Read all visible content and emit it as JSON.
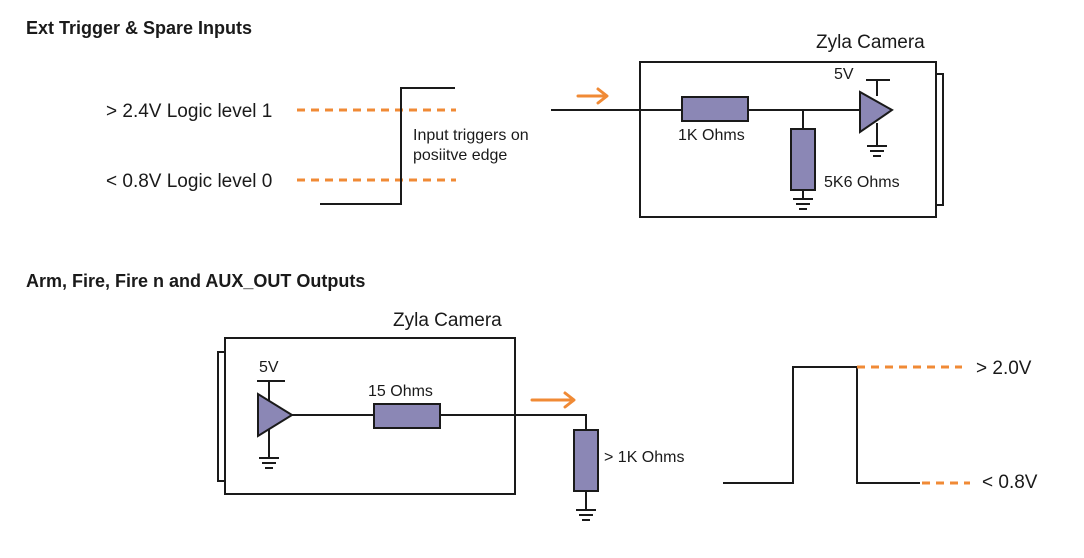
{
  "colors": {
    "accent": "#f08a35",
    "component": "#8b87b5",
    "line": "#1a1a1a"
  },
  "input_section": {
    "heading": "Ext Trigger & Spare Inputs",
    "logic_high": "> 2.4V Logic level 1",
    "logic_low": "< 0.8V Logic level 0",
    "edge_note_line1": "Input triggers on",
    "edge_note_line2": "posiitve edge",
    "camera_title": "Zyla Camera",
    "supply": "5V",
    "series_resistor": "1K Ohms",
    "pulldown_resistor": "5K6 Ohms"
  },
  "output_section": {
    "heading": "Arm, Fire, Fire n and AUX_OUT Outputs",
    "camera_title": "Zyla Camera",
    "supply": "5V",
    "series_resistor": "15 Ohms",
    "load_resistor": "> 1K Ohms",
    "level_high": "> 2.0V",
    "level_low": "< 0.8V"
  }
}
